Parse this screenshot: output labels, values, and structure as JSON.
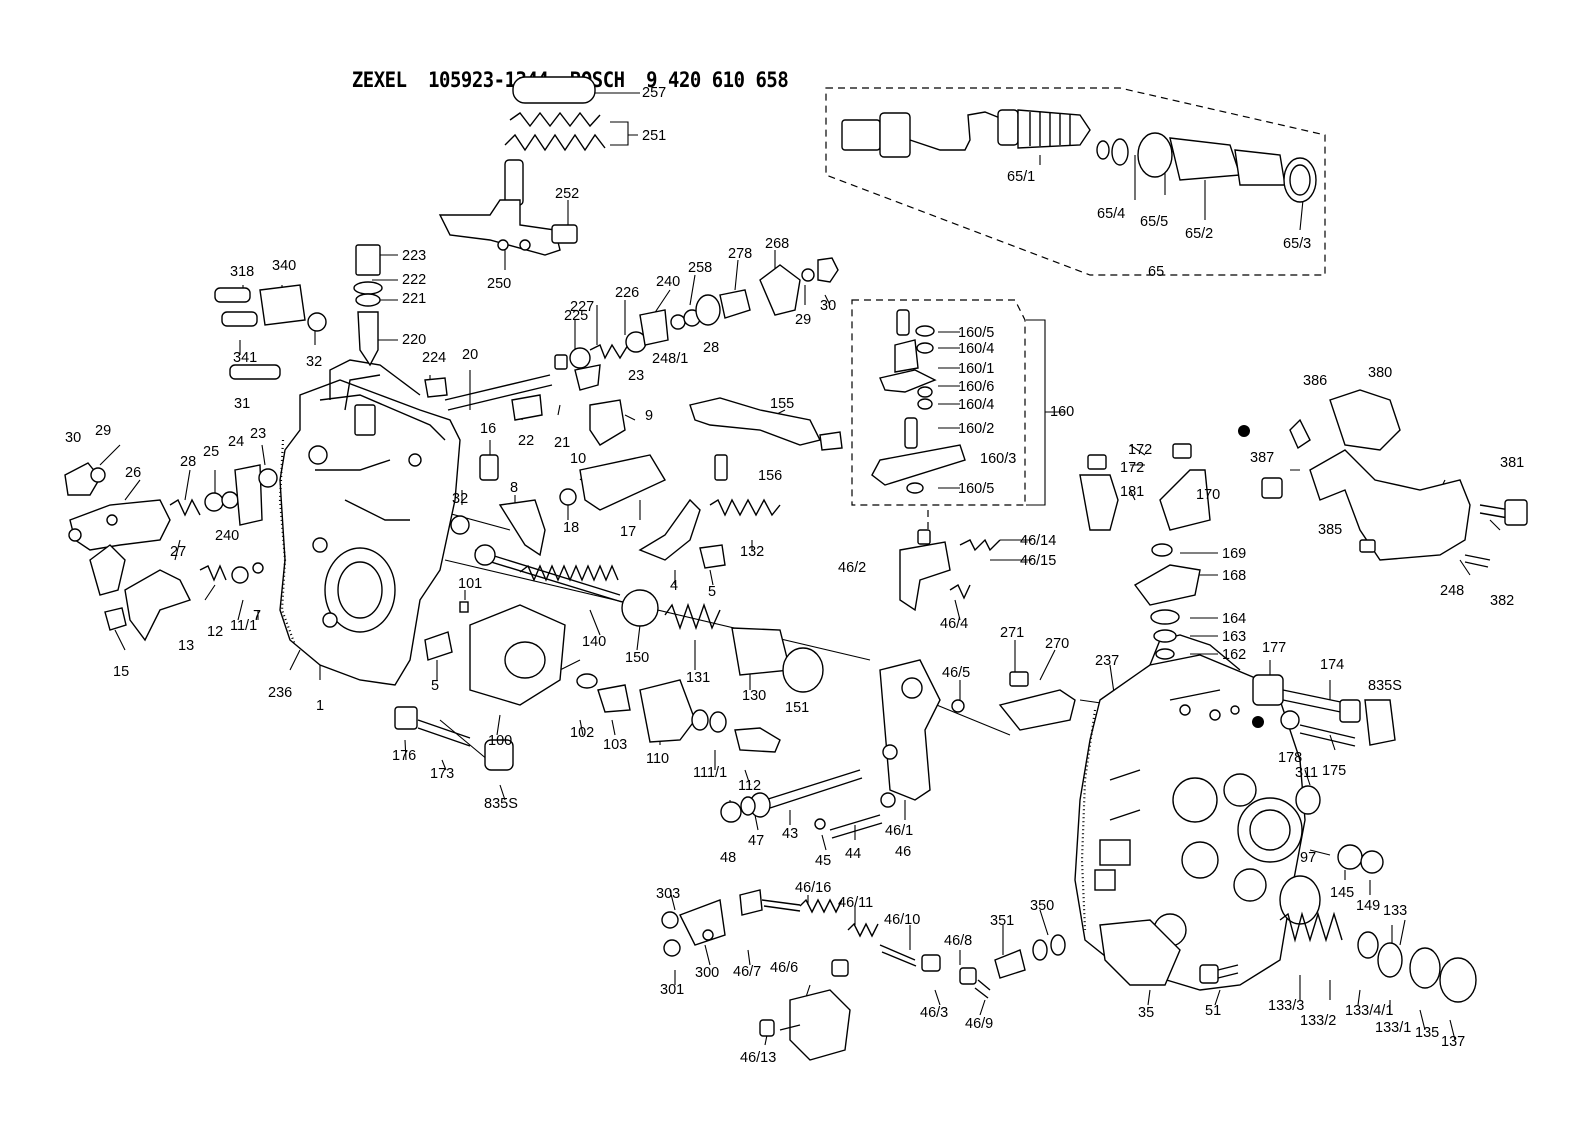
{
  "header": {
    "maker": "ZEXEL",
    "zexel_number": "105923-1344",
    "brand": "BOSCH",
    "bosch_number": "9 420 610 658"
  },
  "callouts": {
    "c257": "257",
    "c251": "251",
    "c252": "252",
    "c250": "250",
    "c223": "223",
    "c222": "222",
    "c221": "221",
    "c220": "220",
    "c318": "318",
    "c340": "340",
    "c341": "341",
    "c32a": "32",
    "c31": "31",
    "c224": "224",
    "c20": "20",
    "c225": "225",
    "c227": "227",
    "c226": "226",
    "c240": "240",
    "c258": "258",
    "c278": "278",
    "c268": "268",
    "c29a": "29",
    "c30a": "30",
    "c248_1": "248/1",
    "c28a": "28",
    "c23a": "23",
    "c65_1": "65/1",
    "c65_4": "65/4",
    "c65_5": "65/5",
    "c65_2": "65/2",
    "c65_3": "65/3",
    "c65": "65",
    "c160_5a": "160/5",
    "c160_4a": "160/4",
    "c160_1": "160/1",
    "c160_6": "160/6",
    "c160_4b": "160/4",
    "c160_2": "160/2",
    "c160_3": "160/3",
    "c160_5b": "160/5",
    "c160": "160",
    "c386": "386",
    "c380": "380",
    "c387": "387",
    "c381": "381",
    "c385": "385",
    "c248": "248",
    "c382": "382",
    "c30b": "30",
    "c29b": "29",
    "c26": "26",
    "c28b": "28",
    "c25": "25",
    "c24": "24",
    "c23b": "23",
    "c240_0": "240",
    "c27": "27",
    "c13": "13",
    "c12": "12",
    "c11_1a": "11/1",
    "c7": "7",
    "c15": "15",
    "c236": "236",
    "c1": "1",
    "c16": "16",
    "c32b": "32",
    "c22": "22",
    "c21": "21",
    "c9": "9",
    "c10": "10",
    "c8": "8",
    "c18": "18",
    "c17": "17",
    "c155": "155",
    "c156": "156",
    "c132": "132",
    "c4": "4",
    "c5a": "5",
    "c5b": "5",
    "c101": "101",
    "c140": "140",
    "c150": "150",
    "c131": "131",
    "c130": "130",
    "c151": "151",
    "c100": "100",
    "c102": "102",
    "c103": "103",
    "c110": "110",
    "c111_1": "111/1",
    "c112": "112",
    "c176": "176",
    "c173": "173",
    "c835s_a": "835S",
    "c172a": "172",
    "c172b": "172",
    "c181": "181",
    "c170": "170",
    "c169": "169",
    "c168": "168",
    "c46_14": "46/14",
    "c46_15": "46/15",
    "c46_2": "46/2",
    "c46_4": "46/4",
    "c164": "164",
    "c163": "163",
    "c162": "162",
    "c271": "271",
    "c270": "270",
    "c237": "237",
    "c46_5": "46/5",
    "c177": "177",
    "c174": "174",
    "c835s_b": "835S",
    "c178": "178",
    "c175": "175",
    "c311": "311",
    "c48": "48",
    "c47": "47",
    "c43": "43",
    "c45": "45",
    "c44": "44",
    "c46_1": "46/1",
    "c46": "46",
    "c97": "97",
    "c145": "145",
    "c149": "149",
    "c133": "133",
    "c303": "303",
    "c300": "300",
    "c301": "301",
    "c46_7": "46/7",
    "c46_16": "46/16",
    "c46_11": "46/11",
    "c46_10": "46/10",
    "c46_6": "46/6",
    "c46_8": "46/8",
    "c46_3": "46/3",
    "c46_9": "46/9",
    "c46_13": "46/13",
    "c351": "351",
    "c350": "350",
    "c35": "35",
    "c51": "51",
    "c133_3": "133/3",
    "c133_2": "133/2",
    "c133_4_1": "133/4/1",
    "c133_1": "133/1",
    "c135": "135",
    "c137": "137"
  }
}
